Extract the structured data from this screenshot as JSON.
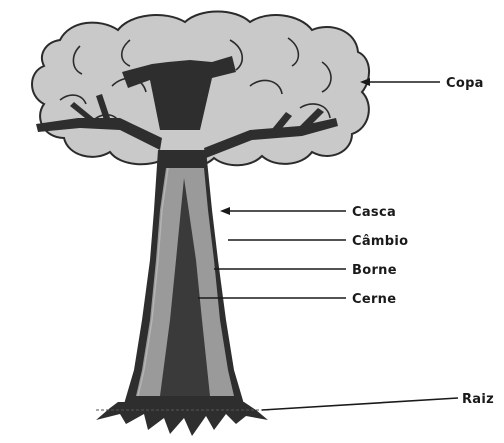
{
  "labels": {
    "copa": "Copa",
    "casca": "Casca",
    "cambio": "Câmbio",
    "borne": "Borne",
    "cerne": "Cerne",
    "raiz": "Raiz"
  },
  "colors": {
    "canopy_fill": "#c9c9c9",
    "canopy_stroke": "#2b2b2b",
    "bark": "#2e2e2e",
    "sapwood": "#9a9a9a",
    "heartwood": "#3a3a3a",
    "line": "#1a1a1a"
  }
}
